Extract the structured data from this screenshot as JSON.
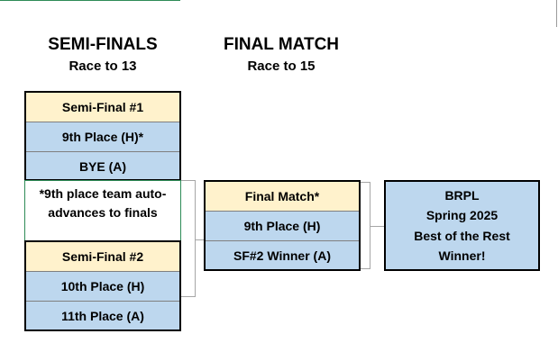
{
  "semi_finals": {
    "title": "SEMI-FINALS",
    "subtitle": "Race to 13",
    "sf1": {
      "header": "Semi-Final #1",
      "team_home": "9th Place (H)*",
      "team_away": "BYE (A)"
    },
    "note": "*9th place team auto-advances to finals",
    "sf2": {
      "header": "Semi-Final #2",
      "team_home": "10th Place (H)",
      "team_away": "11th Place (A)"
    }
  },
  "final_match": {
    "title": "FINAL MATCH",
    "subtitle": "Race to 15",
    "header": "Final Match*",
    "team_home": "9th Place (H)",
    "team_away": "SF#2 Winner (A)"
  },
  "winner": {
    "line1": "BRPL",
    "line2": "Spring 2025",
    "line3": "Best of the Rest",
    "line4": "Winner!"
  },
  "colors": {
    "header_fill": "#fff2cc",
    "team_fill": "#bdd7ee",
    "gridline_green": "#2e8b57"
  }
}
